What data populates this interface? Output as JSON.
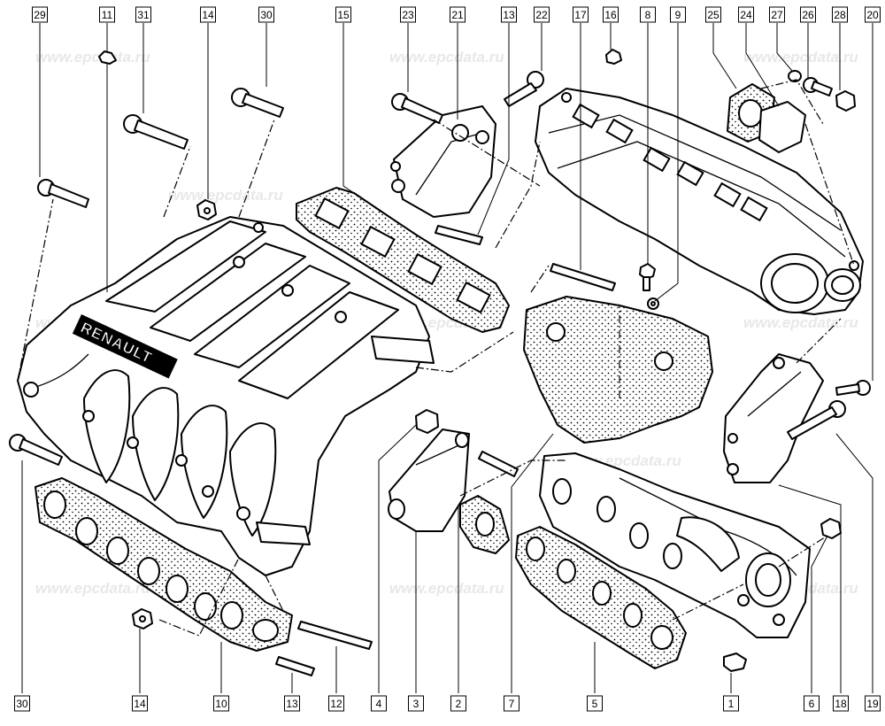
{
  "watermark": "www.epcdata.ru",
  "brand_text": "RENAULT",
  "callouts_top": [
    "29",
    "11",
    "31",
    "14",
    "30",
    "15",
    "23",
    "21",
    "13",
    "22",
    "17",
    "16",
    "8",
    "9",
    "25",
    "24",
    "27",
    "26",
    "28",
    "20"
  ],
  "callouts_bottom": [
    "30",
    "14",
    "10",
    "13",
    "12",
    "4",
    "3",
    "2",
    "7",
    "5",
    "1",
    "6",
    "18",
    "19"
  ]
}
